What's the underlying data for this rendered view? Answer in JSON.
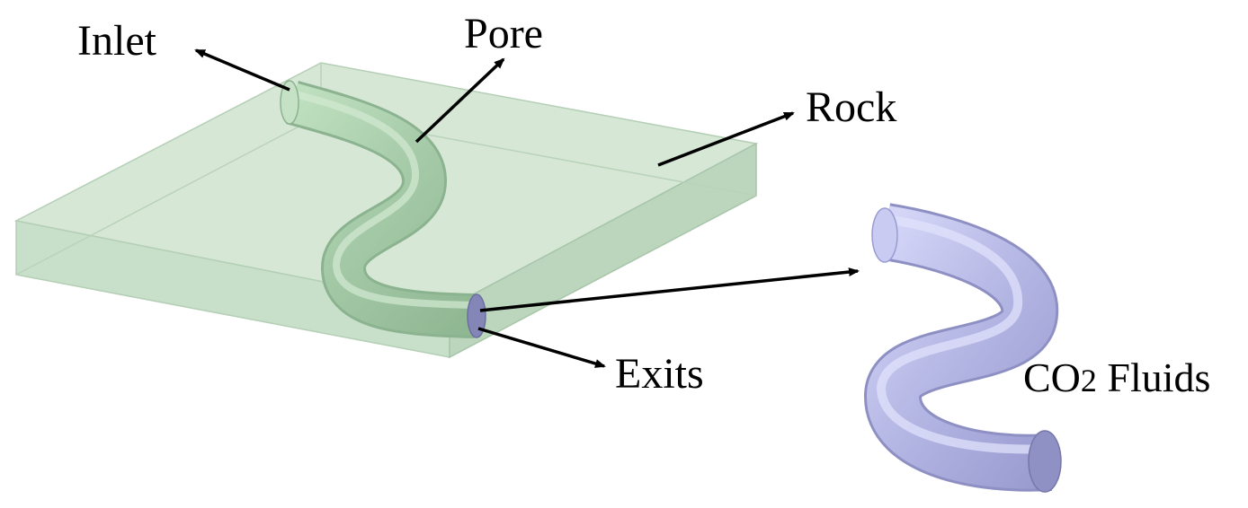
{
  "labels": {
    "inlet": "Inlet",
    "pore": "Pore",
    "rock": "Rock",
    "exits": "Exits",
    "co2_main": "CO",
    "co2_sub": "2",
    "co2_rest": " Fluids"
  },
  "colors": {
    "rock_fill": "#c5dcc6",
    "rock_edge": "#a8c6aa",
    "pore_tube": "#a8ccaa",
    "fluid_tube": "#b3b5e3",
    "fluid_end": "#8f91c4",
    "arrow": "#000000"
  }
}
